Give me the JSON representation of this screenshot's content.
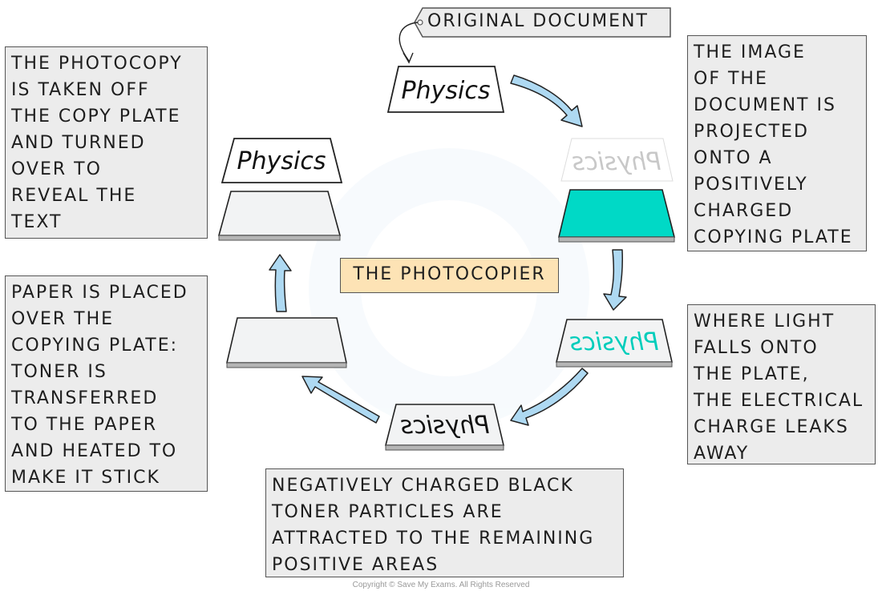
{
  "title": "THE PHOTOCOPIER",
  "original_label": "ORIGINAL DOCUMENT",
  "document_word": "Physics",
  "steps": [
    {
      "text": "THE IMAGE\nOF THE\nDOCUMENT IS\nPROJECTED\nONTO A\nPOSITIVELY\nCHARGED\nCOPYING PLATE"
    },
    {
      "text": "WHERE LIGHT\nFALLS ONTO\nTHE PLATE,\nTHE ELECTRICAL\nCHARGE LEAKS\nAWAY"
    },
    {
      "text": "NEGATIVELY CHARGED BLACK\nTONER PARTICLES ARE\nATTRACTED TO THE REMAINING\nPOSITIVE AREAS"
    },
    {
      "text": "PAPER IS PLACED\nOVER THE\nCOPYING PLATE:\nTONER IS\nTRANSFERRED\nTO THE PAPER\nAND HEATED TO\nMAKE IT STICK"
    },
    {
      "text": "THE PHOTOCOPY\nIS TAKEN OFF\nTHE COPY PLATE\nAND TURNED\nOVER TO\nREVEAL THE\nTEXT"
    }
  ],
  "copyright": "Copyright © Save My Exams. All Rights Reserved",
  "colors": {
    "box_fill": "#ececec",
    "title_fill": "#fde3b5",
    "arrow_fill": "#aed9f2",
    "charged_plate": "#00d9c6",
    "plate_fill": "#f2f3f4",
    "plate_edge": "#b5b5b5",
    "faded_text": "#c8c8c8"
  }
}
